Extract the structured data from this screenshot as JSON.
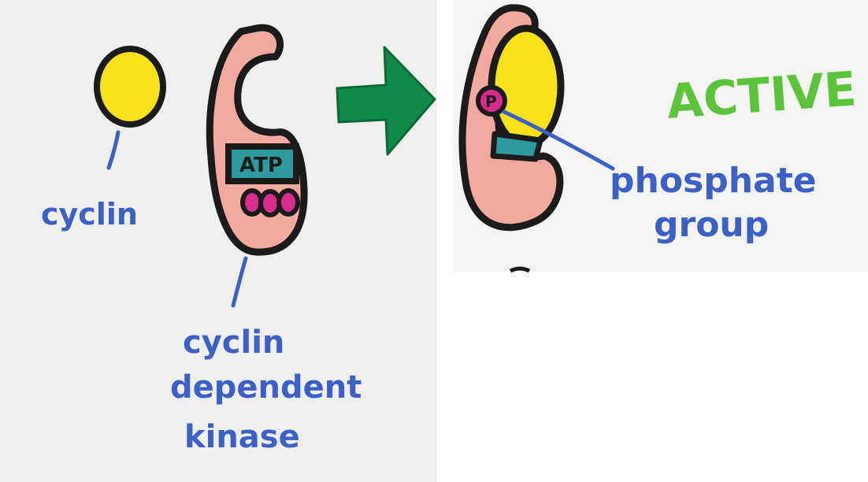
{
  "labels": {
    "cyclin": "cyclin",
    "cdk_line1": "cyclin",
    "cdk_line2": "dependent",
    "cdk_line3": "kinase",
    "atp": "ATP",
    "phosphate_marker": "P",
    "active": "ACTIVE",
    "phosphate_line1": "phosphate",
    "phosphate_line2": "group"
  },
  "colors": {
    "cyclin_fill": "#f7e21a",
    "kinase_fill": "#f1a9a0",
    "atp_fill": "#2e9a9e",
    "phosphate_fill": "#d62c8a",
    "arrow": "#0f8a4a",
    "active_text": "#5cc43a",
    "label_ink": "#3d5fc8",
    "outline": "#1b1b1b",
    "paper_left": "#efefee",
    "paper_right": "#f4f4f3"
  },
  "icons": {
    "arrow": "right-arrow-icon"
  }
}
